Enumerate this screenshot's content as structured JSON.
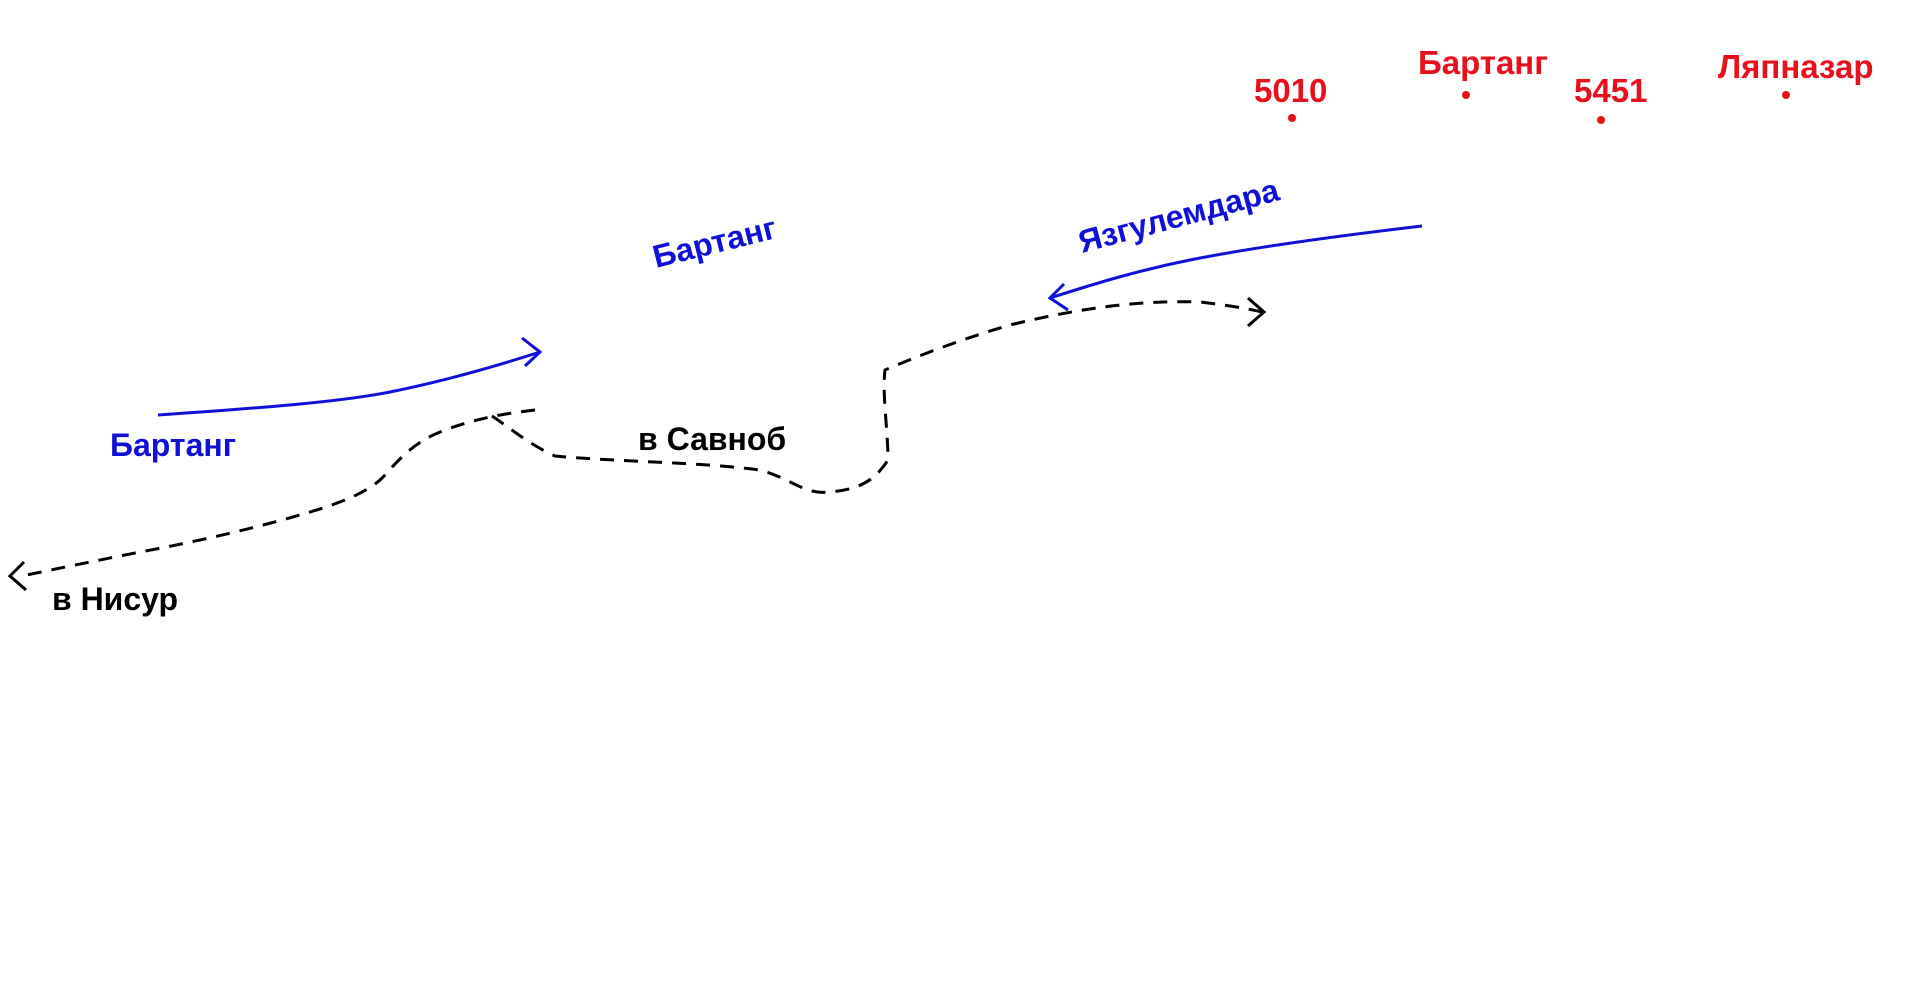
{
  "colors": {
    "river": "#1010d8",
    "road": "#000000",
    "peak": "#e8101a",
    "background": "#ffffff"
  },
  "rivers": {
    "bartang_lower": {
      "label": "Бартанг"
    },
    "bartang_middle": {
      "label": "Бартанг"
    },
    "yazgulemdara": {
      "label": "Язгулемдара"
    }
  },
  "roads": {
    "to_nisur": {
      "label": "в Нисур"
    },
    "to_savnob": {
      "label": "в Савноб"
    }
  },
  "peaks": [
    {
      "label": "5010"
    },
    {
      "label": "Бартанг"
    },
    {
      "label": "5451"
    },
    {
      "label": "Ляпназар"
    }
  ]
}
